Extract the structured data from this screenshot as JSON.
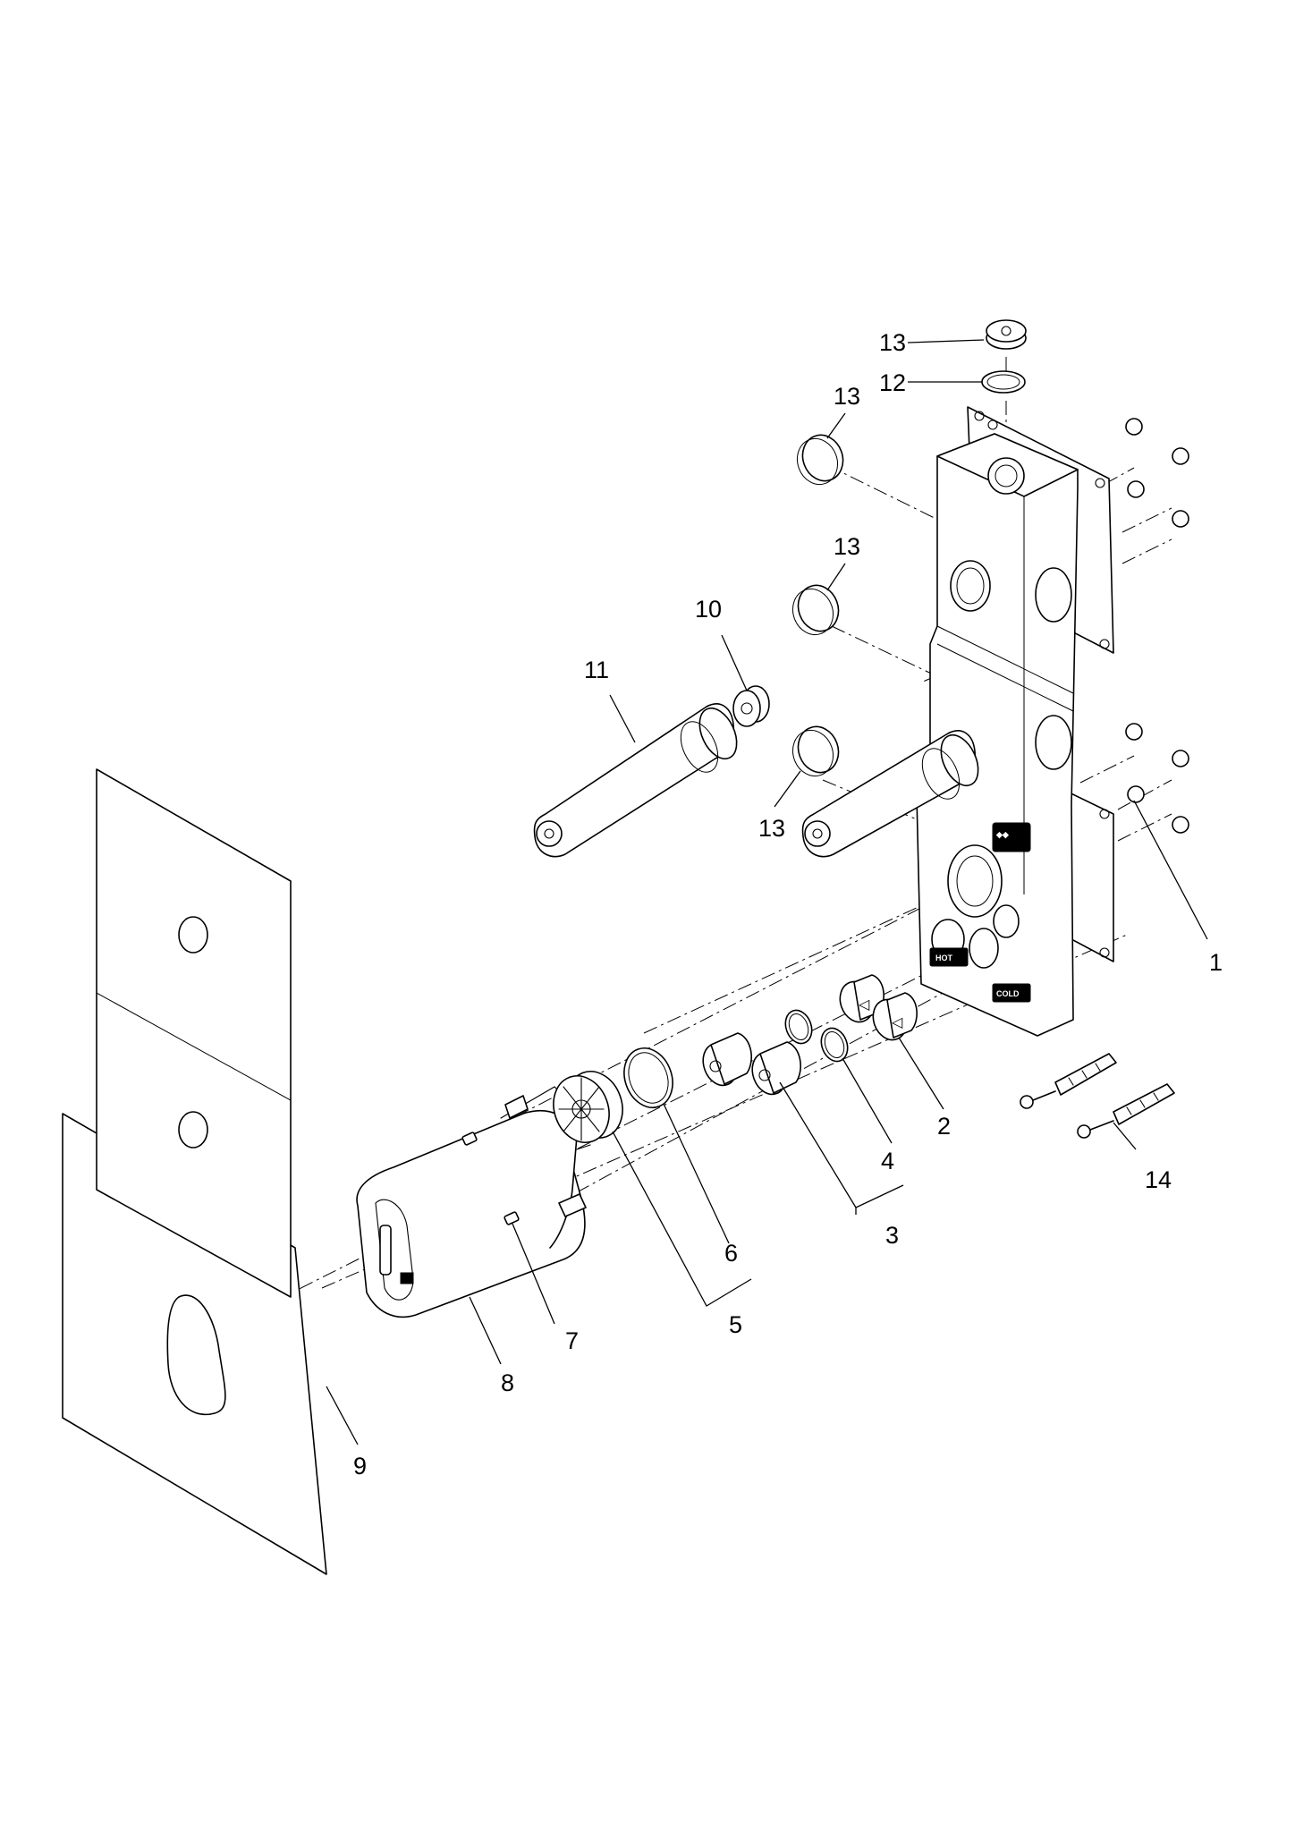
{
  "callouts": {
    "c1": "1",
    "c2": "2",
    "c3": "3",
    "c4": "4",
    "c5": "5",
    "c6": "6",
    "c7": "7",
    "c8": "8",
    "c9": "9",
    "c10": "10",
    "c11": "11",
    "c12": "12",
    "c13a": "13",
    "c13b": "13",
    "c13c": "13",
    "c13d": "13",
    "c14": "14"
  },
  "housing_marks": {
    "hot": "HOT",
    "cold": "COLD"
  }
}
